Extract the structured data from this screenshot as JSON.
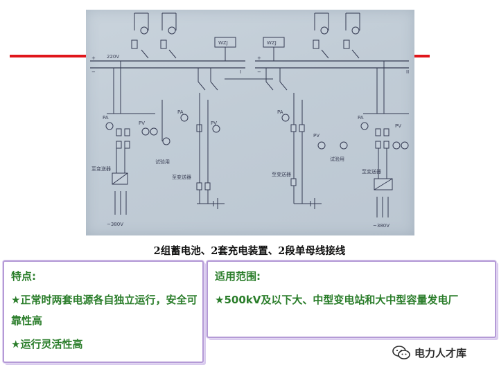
{
  "diagram": {
    "voltage_dc": "220V",
    "bus_signs": [
      "+",
      "−",
      "+",
      "−"
    ],
    "bus_numbers": [
      "I",
      "II"
    ],
    "wzj_left": "WZJ",
    "wzj_right": "WZJ",
    "meters_left": [
      "PA",
      "PV",
      "PA",
      "PV"
    ],
    "meters_right": [
      "PA",
      "PV",
      "PA",
      "PV"
    ],
    "test_label_left": "试验用",
    "test_label_right": "试验用",
    "feeder_left_1": "至变送器",
    "feeder_left_2": "至变送器",
    "feeder_right_1": "至变送器",
    "feeder_right_2": "至变送器",
    "ac_left": "~380V",
    "ac_right": "~380V"
  },
  "caption": "2组蓄电池、2套充电装置、2段单母线接线",
  "features": {
    "title": "特点:",
    "item1": "★正常时两套电源各自独立运行，安全可靠性高",
    "item2": "★运行灵活性高"
  },
  "scope": {
    "title": "适用范围:",
    "item1": "★500kV及以下大、中型变电站和大中型容量发电厂"
  },
  "watermark": {
    "text": "电力人才库",
    "icon": "wechat-icon"
  },
  "colors": {
    "accent_red": "#e0161b",
    "text_green": "#2a7d2a",
    "box_border": "#b49ad6"
  }
}
